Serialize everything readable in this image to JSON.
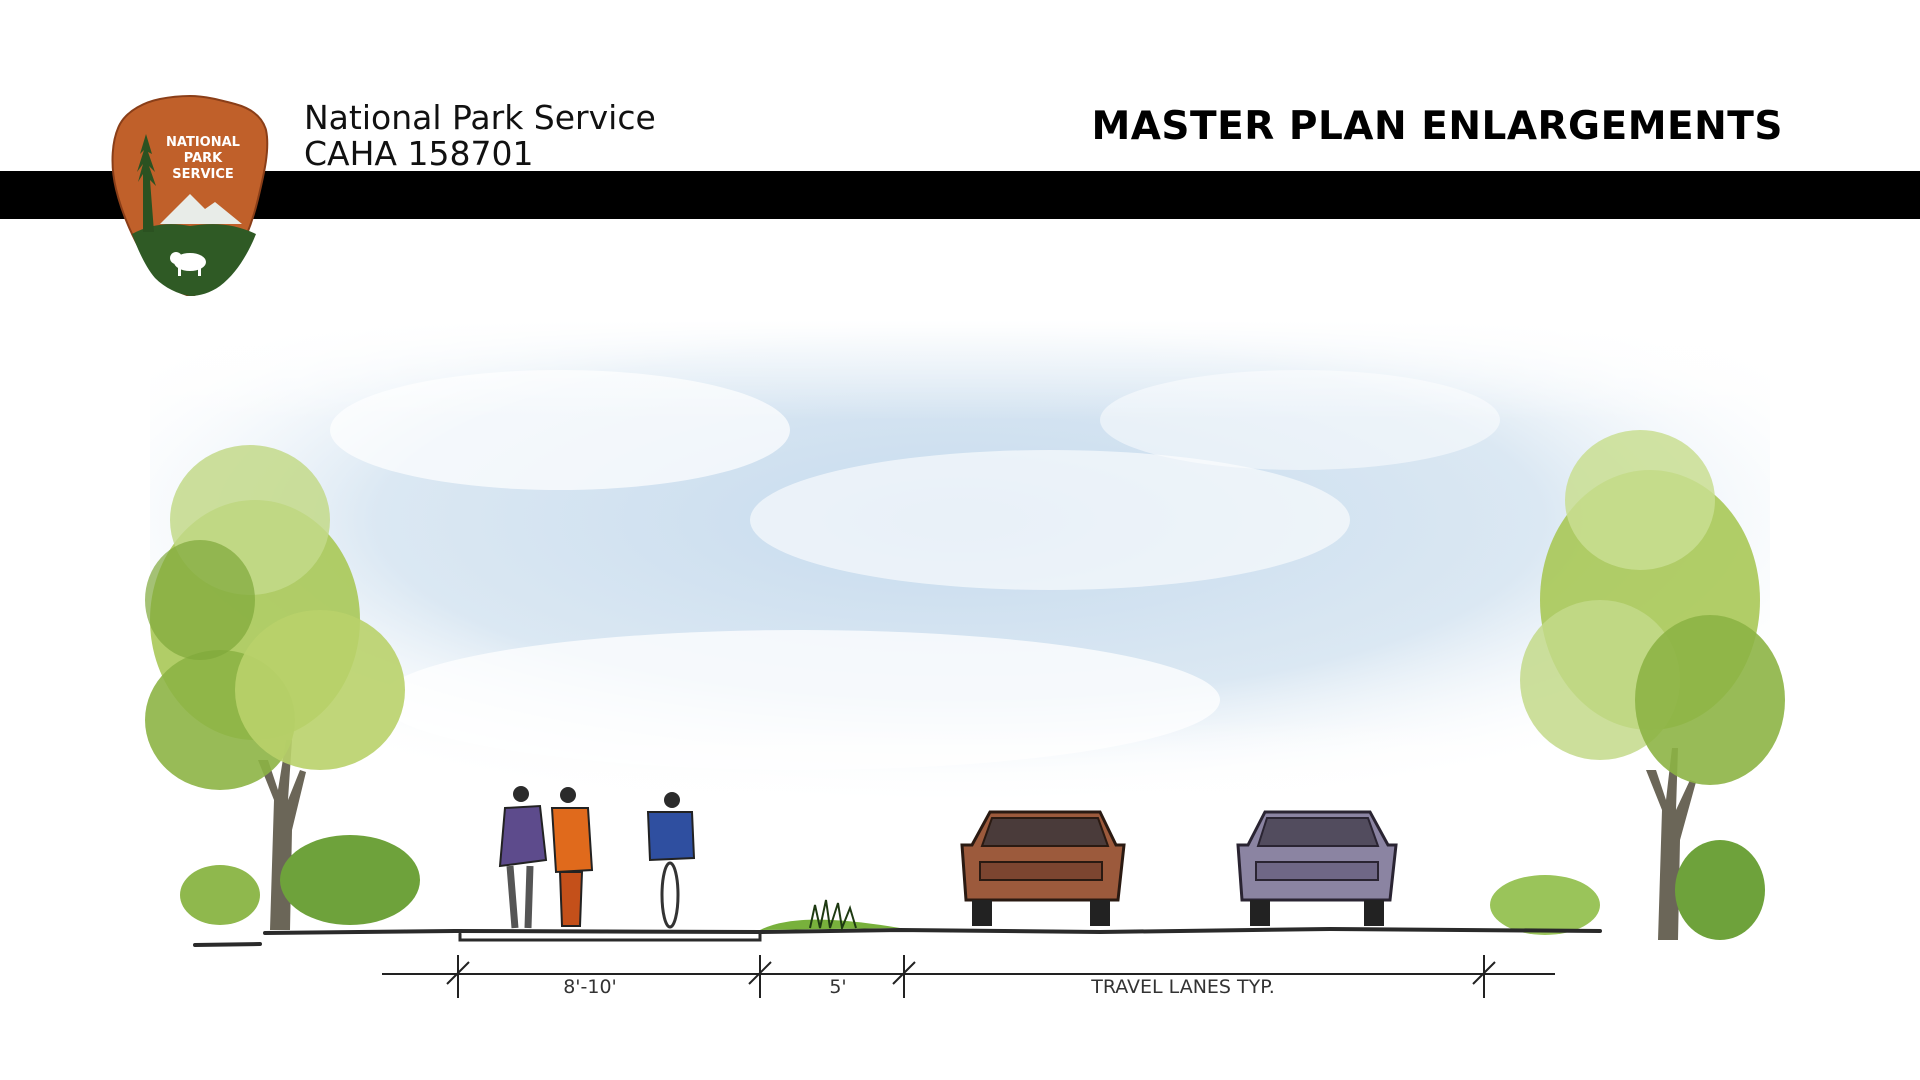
{
  "header": {
    "org_name": "National Park Service",
    "project_code": "CAHA 158701",
    "title": "MASTER PLAN ENLARGEMENTS"
  },
  "logo": {
    "icon": "nps-arrowhead-icon",
    "text_line1": "NATIONAL",
    "text_line2": "PARK",
    "text_line3": "SERVICE"
  },
  "section": {
    "dimensions": [
      {
        "label": "8'-10'"
      },
      {
        "label": "5'"
      },
      {
        "label": "TRAVEL LANES TYP."
      }
    ]
  },
  "colors": {
    "header_bar": "#000000",
    "logo_brown": "#c0602a",
    "logo_green": "#2f5a25",
    "sky": "#c9dcef",
    "foliage": "#9cc14a"
  }
}
